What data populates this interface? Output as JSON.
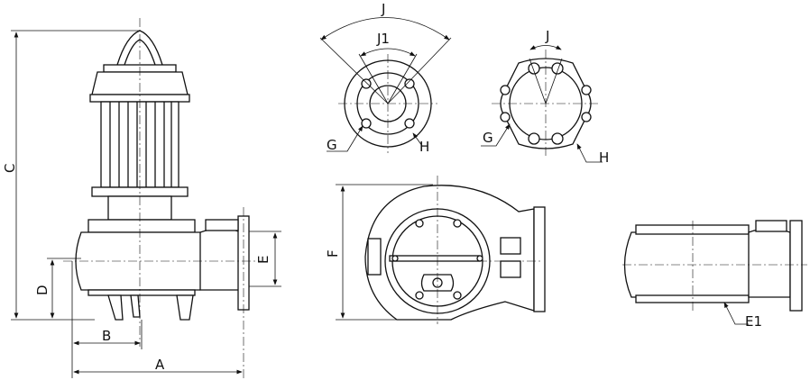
{
  "labels": {
    "a": "A",
    "b": "B",
    "c": "C",
    "d": "D",
    "e": "E",
    "e1": "E1",
    "f": "F",
    "j_top_mid": "J",
    "j1": "J1",
    "g_top_mid": "G",
    "h_top_mid": "H",
    "j_top_right": "J",
    "g_top_right": "G",
    "h_top_right": "H"
  }
}
